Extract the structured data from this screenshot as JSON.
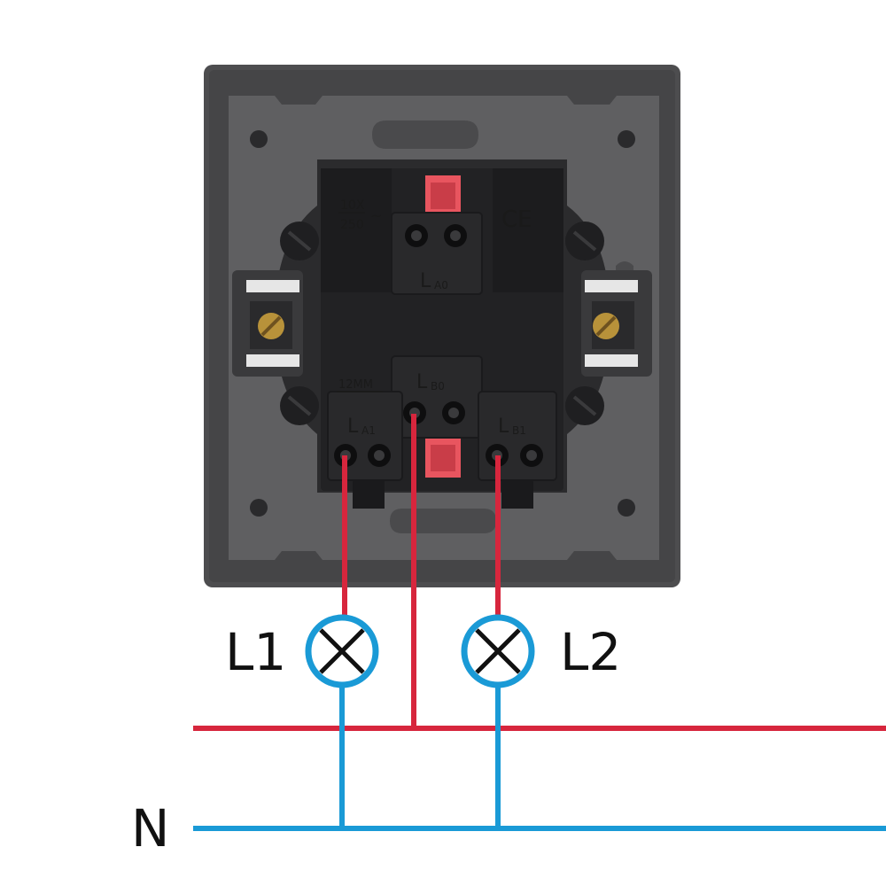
{
  "module_markings": {
    "rating_top": "10X",
    "rating_bottom": "250",
    "rating_suffix": "~",
    "ce_mark": "CE",
    "strip_length": "12MM"
  },
  "terminals": [
    {
      "id": "LA0",
      "letter": "L",
      "sub": "A0"
    },
    {
      "id": "LB0",
      "letter": "L",
      "sub": "B0"
    },
    {
      "id": "LA1",
      "letter": "L",
      "sub": "A1"
    },
    {
      "id": "LB1",
      "letter": "L",
      "sub": "B1"
    }
  ],
  "lamps": [
    {
      "id": "L1",
      "label": "L1"
    },
    {
      "id": "L2",
      "label": "L2"
    }
  ],
  "neutral_label": "N",
  "colors": {
    "live": "#d7263d",
    "neutral": "#1a9ad6",
    "frame": "#4d4d4f",
    "plate": "#5f5f61",
    "module": "#222224",
    "screw": "#b8923a",
    "tab": "#e8555f"
  }
}
